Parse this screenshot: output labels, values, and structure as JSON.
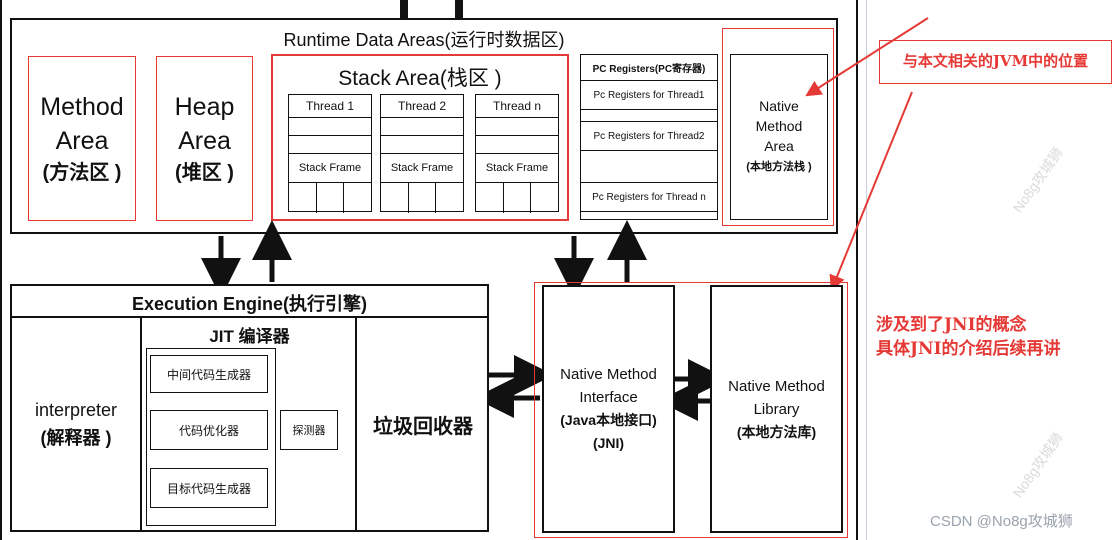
{
  "runtime": {
    "title": "Runtime Data Areas(运行时数据区)",
    "method_area": {
      "l1": "Method",
      "l2": "Area",
      "cn": "(方法区 )"
    },
    "heap_area": {
      "l1": "Heap",
      "l2": "Area",
      "cn": "(堆区 )"
    },
    "stack_area": {
      "title": "Stack Area(栈区 )",
      "threads": [
        {
          "name": "Thread 1",
          "frame": "Stack Frame"
        },
        {
          "name": "Thread 2",
          "frame": "Stack Frame"
        },
        {
          "name": "Thread n",
          "frame": "Stack Frame"
        }
      ]
    },
    "pc_registers": {
      "title": "PC Registers(PC寄存器)",
      "items": [
        "Pc Registers for Thread1",
        "Pc Registers for Thread2",
        "Pc Registers for Thread n"
      ]
    },
    "native_method_area": {
      "l1": "Native",
      "l2": "Method",
      "l3": "Area",
      "cn": "(本地方法栈 )"
    }
  },
  "execution_engine": {
    "title": "Execution Engine(执行引擎)",
    "interpreter": {
      "l1": "interpreter",
      "cn": "(解释器 )"
    },
    "jit": {
      "title": "JIT 编译器",
      "steps": [
        "中间代码生成器",
        "代码优化器",
        "目标代码生成器"
      ],
      "profiler": "探测器"
    },
    "gc": "垃圾回收器"
  },
  "jni": {
    "l1": "Native Method",
    "l2": "Interface",
    "l3": "(Java本地接口)",
    "l4": "(JNI)"
  },
  "native_library": {
    "l1": "Native Method",
    "l2": "Library",
    "l3": "(本地方法库)"
  },
  "annotations": {
    "jvm_position": "与本文相关的JVM中的位置",
    "jni_note_1": "涉及到了JNI的概念",
    "jni_note_2": "具体JNI的介绍后续再讲"
  },
  "watermarks": {
    "credit": "CSDN @No8g攻城狮",
    "diag": "No8g攻城狮"
  },
  "colors": {
    "accent_red": "#e53935",
    "line": "#111111"
  }
}
